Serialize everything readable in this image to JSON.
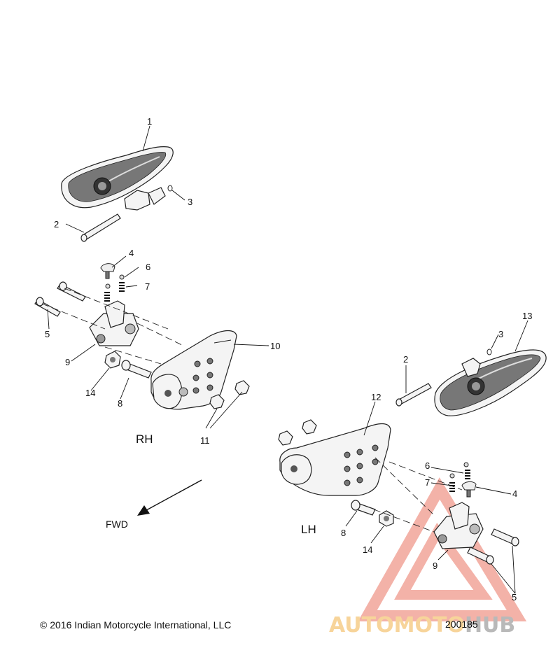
{
  "diagram": {
    "callouts": {
      "c1": "1",
      "c2a": "2",
      "c3a": "3",
      "c4a": "4",
      "c5a": "5",
      "c6a": "6",
      "c7a": "7",
      "c8a": "8",
      "c9a": "9",
      "c10": "10",
      "c11": "11",
      "c14a": "14",
      "c13": "13",
      "c3b": "3",
      "c2b": "2",
      "c12": "12",
      "c6b": "6",
      "c7b": "7",
      "c4b": "4",
      "c8b": "8",
      "c14b": "14",
      "c9b": "9",
      "c5b": "5"
    },
    "side_right_label": "RH",
    "side_left_label": "LH",
    "forward_label": "FWD"
  },
  "footer": {
    "copyright": "© 2016 Indian Motorcycle International, LLC",
    "diagram_number": "200185"
  },
  "watermark": {
    "word_part1": "AUTOMOTO",
    "word_part2": "HUB",
    "color_primary": "#f2b8b0",
    "color_secondary": "#f7d49a",
    "color_tertiary": "#b9b9b9"
  }
}
